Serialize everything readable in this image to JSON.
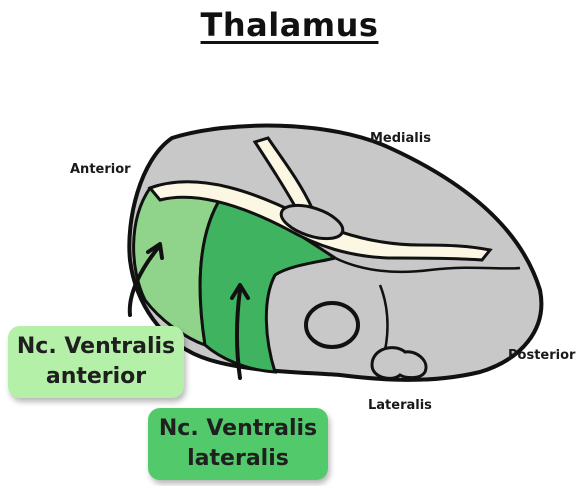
{
  "title": "Thalamus",
  "directions": {
    "anterior": "Anterior",
    "medialis": "Medialis",
    "posterior": "Posterior",
    "lateralis": "Lateralis"
  },
  "labels": {
    "ventralis_anterior": {
      "line1": "Nc. Ventralis",
      "line2": "anterior"
    },
    "ventralis_lateralis": {
      "line1": "Nc. Ventralis",
      "line2": "lateralis"
    }
  },
  "colors": {
    "gray_nuclei": "#c8c8c8",
    "white_matter": "#fbf7e3",
    "ventralis_anterior": "#8fd48a",
    "ventralis_lateralis": "#3fb35f",
    "box_anterior": "#b5f0a8",
    "box_lateralis": "#52c96a",
    "outline": "#111111"
  }
}
